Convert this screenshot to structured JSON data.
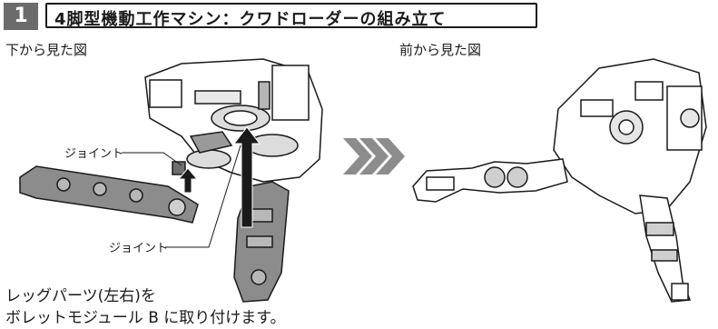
{
  "step": {
    "number": "1",
    "title": "4脚型機動工作マシン：クワドローダーの組み立て"
  },
  "views": {
    "bottom_label": "下から見た図",
    "front_label": "前から見た図"
  },
  "callouts": {
    "joint_1": "ジョイント",
    "joint_2": "ジョイント"
  },
  "instruction": {
    "line1": "レッグパーツ(左右)を",
    "line2": "ボレットモジュール B に取り付けます。"
  }
}
